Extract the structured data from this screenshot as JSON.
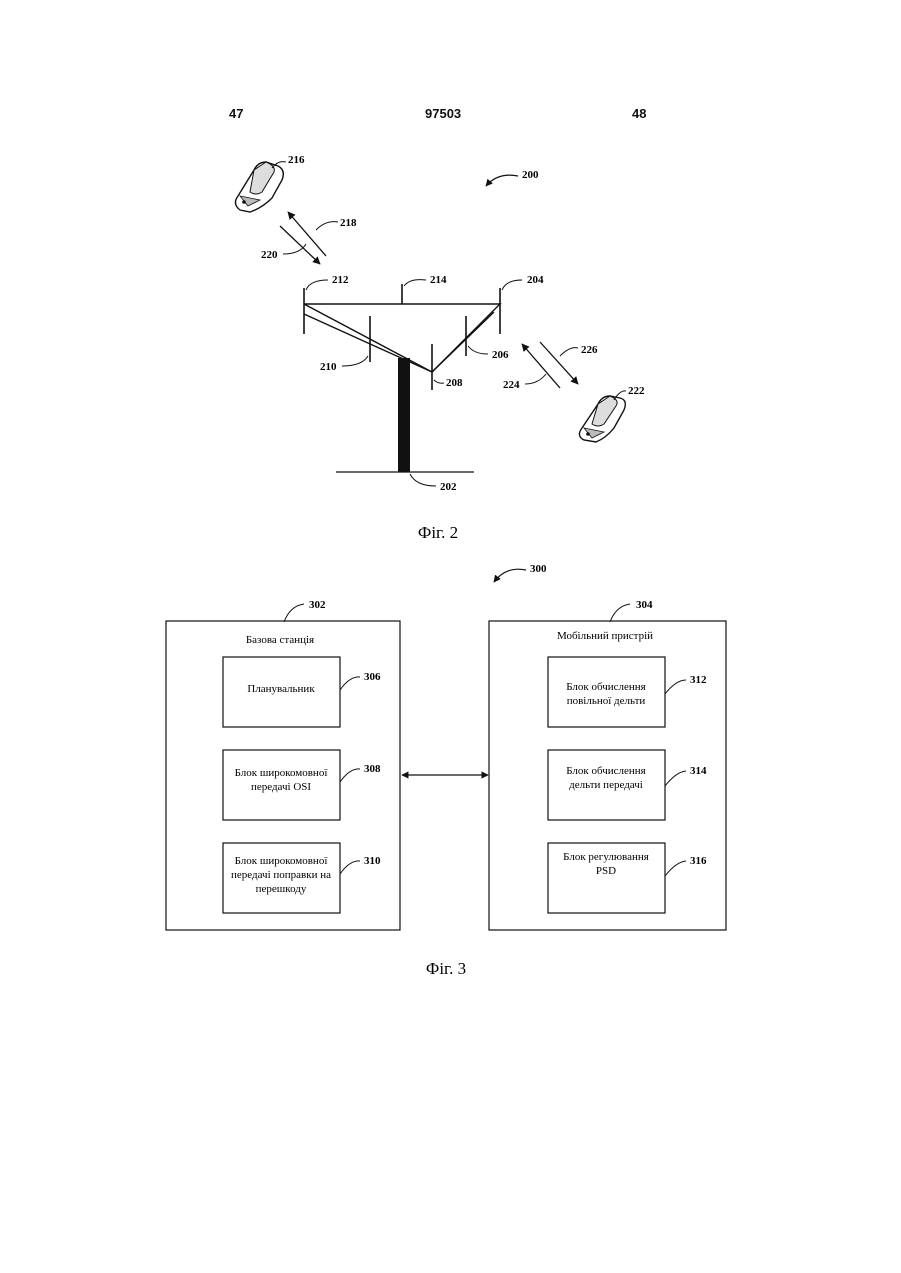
{
  "header": {
    "left_page": "47",
    "patent_number": "97503",
    "right_page": "48"
  },
  "figure2": {
    "caption": "Фіг. 2",
    "refs": {
      "r200": "200",
      "r202": "202",
      "r204": "204",
      "r206": "206",
      "r208": "208",
      "r210": "210",
      "r212": "212",
      "r214": "214",
      "r216": "216",
      "r218": "218",
      "r220": "220",
      "r222": "222",
      "r224": "224",
      "r226": "226"
    }
  },
  "figure3": {
    "caption": "Фіг. 3",
    "ref_system": "300",
    "base_station": {
      "ref": "302",
      "title": "Базова станція",
      "blocks": [
        {
          "ref": "306",
          "lines": [
            "Планувальник"
          ]
        },
        {
          "ref": "308",
          "lines": [
            "Блок широкомовної",
            "передачі OSI"
          ]
        },
        {
          "ref": "310",
          "lines": [
            "Блок широкомовної",
            "передачі поправки на",
            "перешкоду"
          ]
        }
      ]
    },
    "mobile_device": {
      "ref": "304",
      "title": "Мобільний пристрій",
      "blocks": [
        {
          "ref": "312",
          "lines": [
            "Блок обчислення",
            "повільної дельти"
          ]
        },
        {
          "ref": "314",
          "lines": [
            "Блок обчислення",
            "дельти передачі"
          ]
        },
        {
          "ref": "316",
          "lines": [
            "Блок регулювання",
            "PSD"
          ]
        }
      ]
    }
  }
}
